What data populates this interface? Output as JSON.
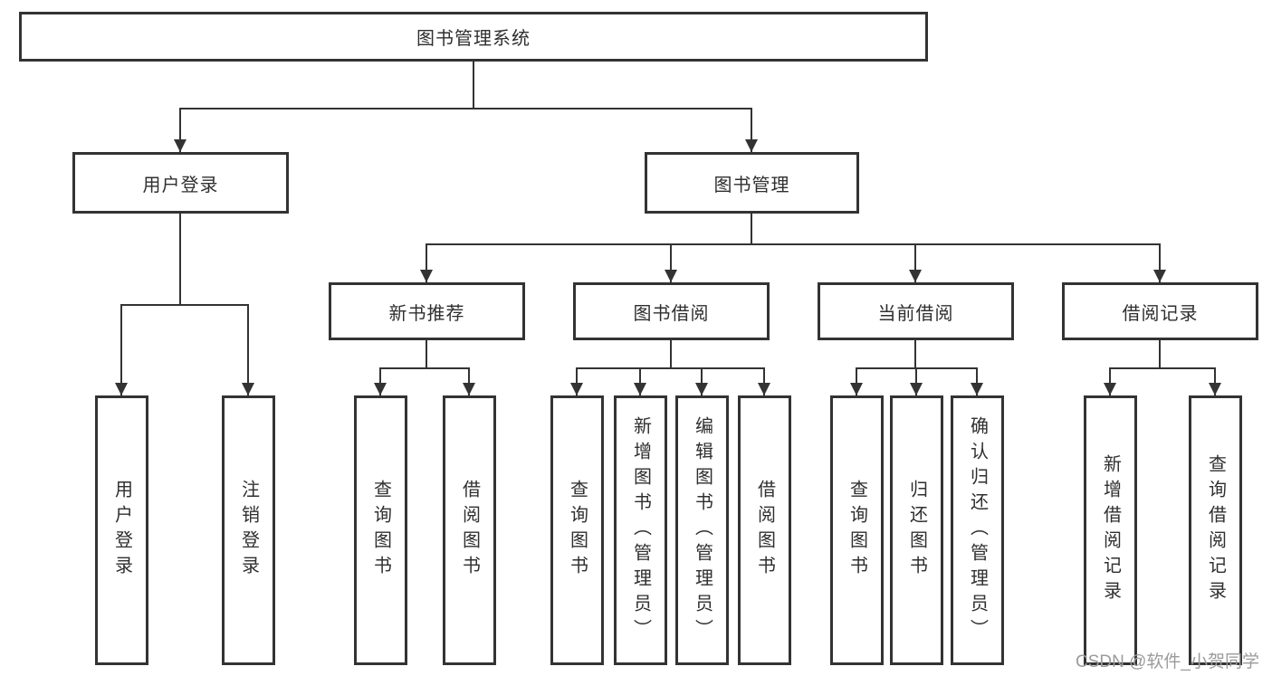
{
  "diagram": {
    "title": "图书管理系统",
    "colors": {
      "line": "#333333",
      "border": "#333333",
      "text": "#2f2f2f",
      "watermark": "#9b9b9b",
      "background": "#ffffff"
    },
    "tree": {
      "root": {
        "label": "图书管理系统"
      },
      "user_login": {
        "label": "用户登录",
        "children": [
          {
            "label": "用户登录"
          },
          {
            "label": "注销登录"
          }
        ]
      },
      "book_mgmt": {
        "label": "图书管理",
        "sections": [
          {
            "label": "新书推荐",
            "children": [
              {
                "label": "查询图书"
              },
              {
                "label": "借阅图书"
              }
            ]
          },
          {
            "label": "图书借阅",
            "children": [
              {
                "label": "查询图书"
              },
              {
                "label": "新增图书（管理员）"
              },
              {
                "label": "编辑图书（管理员）"
              },
              {
                "label": "借阅图书"
              }
            ]
          },
          {
            "label": "当前借阅",
            "children": [
              {
                "label": "查询图书"
              },
              {
                "label": "归还图书"
              },
              {
                "label": "确认归还（管理员）"
              }
            ]
          },
          {
            "label": "借阅记录",
            "children": [
              {
                "label": "新增借阅记录"
              },
              {
                "label": "查询借阅记录"
              }
            ]
          }
        ]
      }
    },
    "watermark": {
      "text": "CSDN @软件_小贺同学"
    }
  }
}
